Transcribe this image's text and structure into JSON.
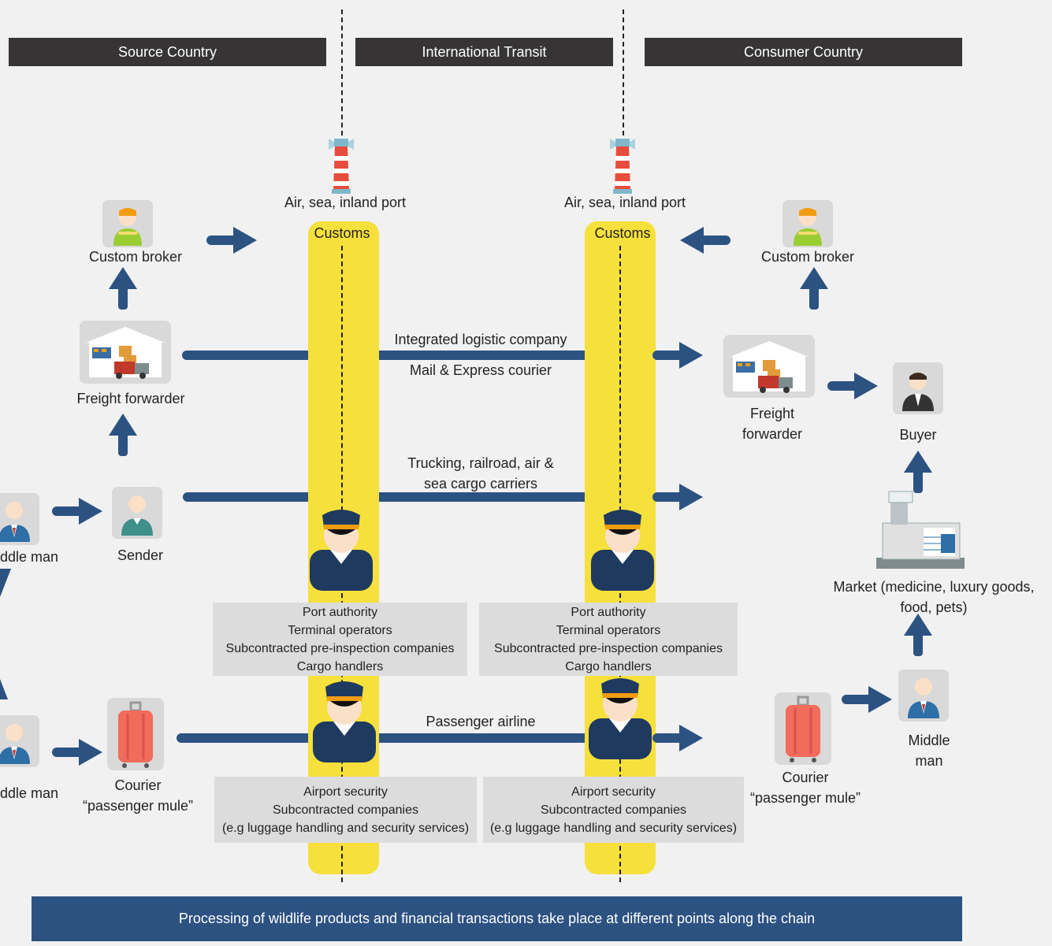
{
  "headers": {
    "source": "Source Country",
    "transit": "International Transit",
    "consumer": "Consumer Country"
  },
  "ports": {
    "left_label": "Air, sea, inland port",
    "right_label": "Air, sea, inland port",
    "customs_left": "Customs",
    "customs_right": "Customs"
  },
  "source_nodes": {
    "custom_broker": "Custom broker",
    "freight_forwarder": "Freight forwarder",
    "sender": "Sender",
    "middle_man_top": "ddle man",
    "middle_man_bottom": "ddle man",
    "courier_line1": "Courier",
    "courier_line2": "“passenger mule”"
  },
  "consumer_nodes": {
    "custom_broker": "Custom broker",
    "freight_line1": "Freight",
    "freight_line2": "forwarder",
    "buyer": "Buyer",
    "market_line1": "Market (medicine,  luxury goods,",
    "market_line2": "food, pets)",
    "middle_line1": "Middle",
    "middle_line2": "man",
    "courier_line1": "Courier",
    "courier_line2": "“passenger mule”"
  },
  "routes": {
    "integrated": "Integrated logistic company",
    "mail": "Mail & Express courier",
    "trucking_line1": "Trucking, railroad, air &",
    "trucking_line2": "sea cargo carriers",
    "passenger": "Passenger airline"
  },
  "port_staff_left": [
    "Port authority",
    "Terminal operators",
    "Subcontracted  pre-inspection companies",
    "Cargo handlers"
  ],
  "port_staff_right": [
    "Port authority",
    "Terminal operators",
    "Subcontracted  pre-inspection companies",
    "Cargo handlers"
  ],
  "airport_staff_left": [
    "Airport security",
    "Subcontracted companies",
    "(e.g luggage handling and security services)"
  ],
  "airport_staff_right": [
    "Airport security",
    "Subcontracted companies",
    "(e.g luggage handling and security services)"
  ],
  "footer": "Processing of wildlife products and financial transactions take place at different points along the chain",
  "colors": {
    "background": "#f1f1f2",
    "header": "#363435",
    "arrow": "#2c5282",
    "customs": "#f6e03c",
    "footer": "#2c5282",
    "box": "#dcdcdc"
  }
}
